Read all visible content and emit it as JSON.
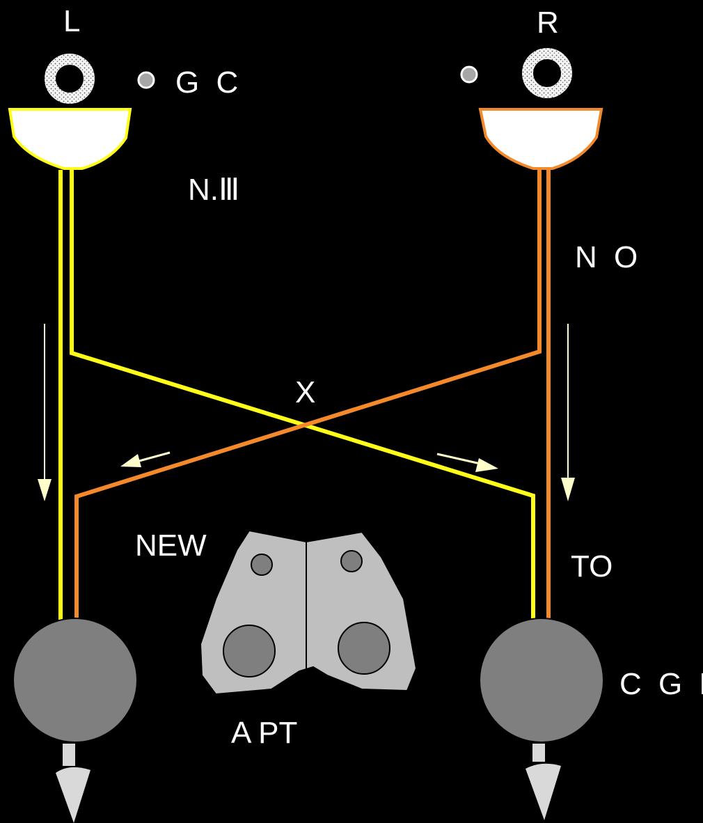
{
  "labels": {
    "left_eye": "L",
    "right_eye": "R",
    "gc": "G C",
    "n3": "N.Ⅲ",
    "no": "N O",
    "chiasm": "X",
    "new": "NEW",
    "to": "TO",
    "cgl": "C G L",
    "apt": "A PT"
  },
  "colors": {
    "background": "#000000",
    "left_pathway": "#ffff1a",
    "right_pathway": "#f4892b",
    "left_cup_fill": "#ffffff",
    "right_cup_fill": "#ffffff",
    "eye_ring": "#f2f2f2",
    "ganglion_cell": "#a6a6a6",
    "nucleus_body": "#7f7f7f",
    "apt_fill": "#bfbfbf",
    "apt_nucleus": "#7f7f7f",
    "arrow": "#ffffcc",
    "output_arrow": "#d9d9d9",
    "label_text": "#ffffff"
  }
}
